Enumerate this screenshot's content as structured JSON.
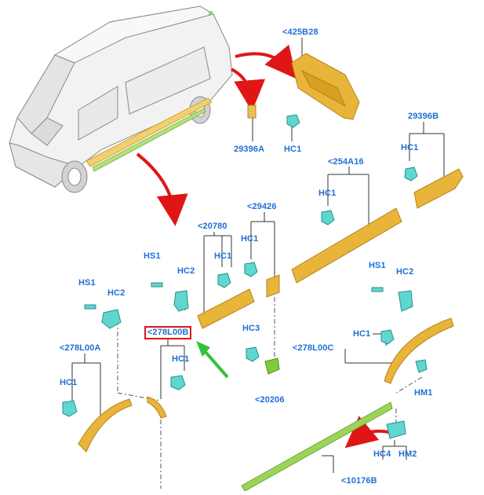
{
  "diagram": {
    "labels": {
      "l425b28": "<425B28",
      "l29396a": "29396A",
      "lhc1_top": "HC1",
      "l29396b": "29396B",
      "lhc1_right_top": "HC1",
      "l254a16": "<254A16",
      "lhc1_mid_a": "HC1",
      "l29426": "<29426",
      "lhc1_mid_b": "HC1",
      "l20780": "<20780",
      "lhs1_left": "HS1",
      "lhc2_left": "HC2",
      "lhc1_left_mid": "HC1",
      "lhs1_far": "HS1",
      "lhc2_far": "HC2",
      "l278l00b": "<278L00B",
      "lhc1_278b": "HC1",
      "lhc3": "HC3",
      "l20206": "<20206",
      "l278l00a": "<278L00A",
      "lhc1_278a": "HC1",
      "lhs1_right": "HS1",
      "lhc2_right": "HC2",
      "l278l00c": "<278L00C",
      "lhc1_278c": "HC1",
      "lhm1": "HM1",
      "lhc4": "HC4",
      "lhm2": "HM2",
      "l10176b": "<10176B"
    },
    "colors": {
      "label": "#1f6fd6",
      "part_fill": "#e8b43a",
      "clip_fill": "#5fd6d0",
      "callout_arrow": "#e01616",
      "pointer_arrow": "#35c23a",
      "highlight_box": "#e01616",
      "sill_fill": "#9cd45a"
    },
    "icons": [
      "van-illustration",
      "clip-icon",
      "screw-icon",
      "moulding-part",
      "red-callout-arrow",
      "green-pointer-arrow"
    ]
  }
}
